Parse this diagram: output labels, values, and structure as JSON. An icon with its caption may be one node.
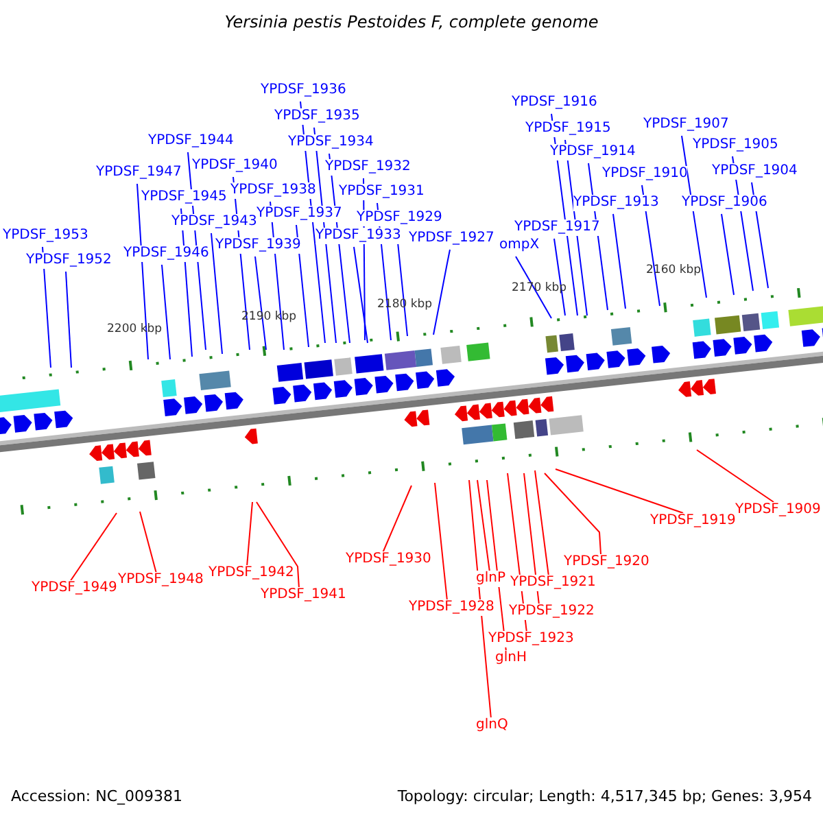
{
  "diagram": {
    "title": "Yersinia pestis Pestoides F, complete genome",
    "nodes": [
      {
        "text": [
          "YPDSF_1936"
        ]
      },
      {
        "text": [
          "YPDSF_1916"
        ]
      },
      {
        "text": [
          "YPDSF_1935"
        ]
      },
      {
        "text": [
          "YPDSF_1915"
        ]
      },
      {
        "text": [
          "YPDSF_1907"
        ]
      },
      {
        "text": [
          "YPDSF_1944"
        ]
      },
      {
        "text": [
          "YPDSF_1934"
        ]
      },
      {
        "text": [
          "YPDSF_1905"
        ]
      },
      {
        "text": [
          "YPDSF_1914"
        ]
      },
      {
        "text": [
          "YPDSF_1940"
        ]
      },
      {
        "text": [
          "YPDSF_1932"
        ]
      },
      {
        "text": [
          "YPDSF_1947"
        ]
      },
      {
        "text": [
          "YPDSF_1910"
        ]
      },
      {
        "text": [
          "YPDSF_1904"
        ]
      },
      {
        "text": [
          "YPDSF_1938"
        ]
      },
      {
        "text": [
          "YPDSF_1931"
        ]
      },
      {
        "text": [
          "YPDSF_1945"
        ]
      },
      {
        "text": [
          "YPDSF_1913"
        ]
      },
      {
        "text": [
          "YPDSF_1906"
        ]
      },
      {
        "text": [
          "YPDSF_1937"
        ]
      },
      {
        "text": [
          "YPDSF_1929"
        ]
      },
      {
        "text": [
          "YPDSF_1943"
        ]
      },
      {
        "text": [
          "YPDSF_1917"
        ]
      },
      {
        "text": [
          "YPDSF_1933"
        ]
      },
      {
        "text": [
          "YPDSF_1953"
        ]
      },
      {
        "text": [
          "YPDSF_1927"
        ]
      },
      {
        "text": [
          "YPDSF_1939"
        ]
      },
      {
        "text": [
          "ompX"
        ]
      },
      {
        "text": [
          "YPDSF_1946"
        ]
      },
      {
        "text": [
          "YPDSF_1952"
        ]
      },
      {
        "text": [
          "YPDSF_1909"
        ]
      },
      {
        "text": [
          "YPDSF_1919"
        ]
      },
      {
        "text": [
          "YPDSF_1920"
        ]
      },
      {
        "text": [
          "YPDSF_1930"
        ]
      },
      {
        "text": [
          "YPDSF_1942"
        ]
      },
      {
        "text": [
          "YPDSF_1948"
        ]
      },
      {
        "text": [
          "YPDSF_1921"
        ]
      },
      {
        "text": [
          "glnP"
        ]
      },
      {
        "text": [
          "YPDSF_1949"
        ]
      },
      {
        "text": [
          "YPDSF_1941"
        ]
      },
      {
        "text": [
          "YPDSF_1928"
        ]
      },
      {
        "text": [
          "YPDSF_1922"
        ]
      },
      {
        "text": [
          "YPDSF_1923"
        ]
      },
      {
        "text": [
          "glnH"
        ]
      },
      {
        "text": [
          "glnQ"
        ]
      }
    ],
    "edges": [
      {
        "from": 0,
        "to": null,
        "arrow": "none"
      },
      {
        "from": 1,
        "to": null,
        "arrow": "none"
      },
      {
        "from": 2,
        "to": null,
        "arrow": "none"
      },
      {
        "from": 3,
        "to": null,
        "arrow": "none"
      },
      {
        "from": 4,
        "to": null,
        "arrow": "none"
      },
      {
        "from": 5,
        "to": null,
        "arrow": "none"
      },
      {
        "from": 6,
        "to": null,
        "arrow": "none"
      },
      {
        "from": 7,
        "to": null,
        "arrow": "none"
      },
      {
        "from": 8,
        "to": null,
        "arrow": "none"
      },
      {
        "from": 9,
        "to": null,
        "arrow": "none"
      },
      {
        "from": 10,
        "to": null,
        "arrow": "none"
      },
      {
        "from": 11,
        "to": null,
        "arrow": "none"
      },
      {
        "from": 12,
        "to": null,
        "arrow": "none"
      },
      {
        "from": 13,
        "to": null,
        "arrow": "none"
      },
      {
        "from": 14,
        "to": null,
        "arrow": "none"
      },
      {
        "from": 15,
        "to": null,
        "arrow": "none"
      },
      {
        "from": 16,
        "to": null,
        "arrow": "none"
      },
      {
        "from": 17,
        "to": null,
        "arrow": "none"
      },
      {
        "from": 18,
        "to": null,
        "arrow": "none"
      },
      {
        "from": 19,
        "to": null,
        "arrow": "none"
      },
      {
        "from": 20,
        "to": null,
        "arrow": "none"
      },
      {
        "from": 21,
        "to": null,
        "arrow": "none"
      },
      {
        "from": 22,
        "to": null,
        "arrow": "none"
      },
      {
        "from": 23,
        "to": null,
        "arrow": "none"
      },
      {
        "from": 24,
        "to": null,
        "arrow": "none"
      },
      {
        "from": 25,
        "to": null,
        "arrow": "none"
      },
      {
        "from": 26,
        "to": null,
        "arrow": "none"
      },
      {
        "from": 27,
        "to": null,
        "arrow": "none"
      },
      {
        "from": 28,
        "to": null,
        "arrow": "none"
      },
      {
        "from": 29,
        "to": null,
        "arrow": "none"
      },
      {
        "from": 30,
        "to": null,
        "arrow": "none",
        "color": "#ff0000"
      },
      {
        "from": 31,
        "to": null,
        "arrow": "none",
        "color": "#ff0000"
      },
      {
        "from": 32,
        "to": null,
        "arrow": "none",
        "color": "#ff0000"
      },
      {
        "from": 33,
        "to": null,
        "arrow": "none",
        "color": "#ff0000"
      },
      {
        "from": 34,
        "to": null,
        "arrow": "none",
        "color": "#ff0000"
      },
      {
        "from": 35,
        "to": null,
        "arrow": "none",
        "color": "#ff0000"
      },
      {
        "from": 36,
        "to": null,
        "arrow": "none",
        "color": "#ff0000"
      },
      {
        "from": 37,
        "to": null,
        "arrow": "none",
        "color": "#ff0000"
      },
      {
        "from": 38,
        "to": null,
        "arrow": "none",
        "color": "#ff0000"
      },
      {
        "from": 39,
        "to": null,
        "arrow": "none",
        "color": "#ff0000"
      },
      {
        "from": 40,
        "to": null,
        "arrow": "none",
        "color": "#ff0000"
      },
      {
        "from": 41,
        "to": null,
        "arrow": "none",
        "color": "#ff0000"
      },
      {
        "from": 42,
        "to": null,
        "arrow": "none",
        "color": "#ff0000"
      },
      {
        "from": 43,
        "to": null,
        "arrow": "none",
        "color": "#ff0000"
      },
      {
        "from": 44,
        "to": null,
        "arrow": "none",
        "color": "#ff0000"
      }
    ],
    "labels": [
      "2200 kbp",
      "2190 kbp",
      "2180 kbp",
      "2170 kbp",
      "2160 kbp",
      "Accession: NC_009381",
      "Topology: circular; Length: 4,517,345 bp; Genes: 3,954"
    ]
  }
}
